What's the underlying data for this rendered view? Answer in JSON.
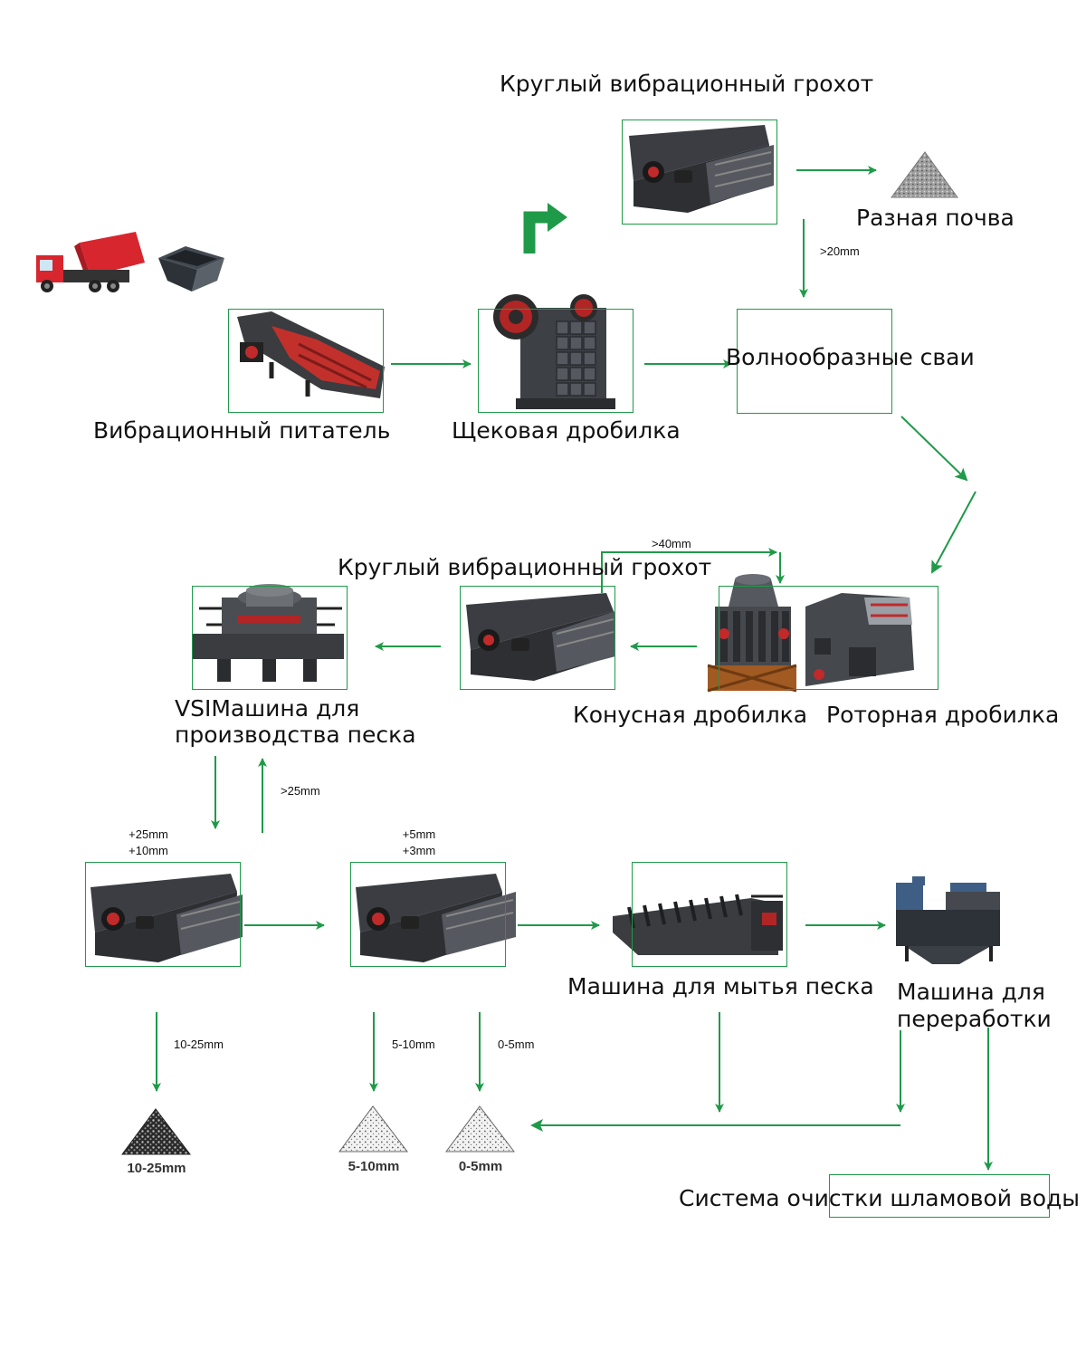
{
  "labels": {
    "screen_top": "Круглый вибрационный грохот",
    "soil": "Разная почва",
    "feeder": "Вибрационный питатель",
    "jaw": "Щековая дробилка",
    "wave_piles": "Волнообразные сваи",
    "screen_mid": "Круглый вибрационный грохот",
    "vsi": "VSIМашина для\nпроизводства песка",
    "cone": "Конусная дробилка",
    "rotor": "Роторная дробилка",
    "washer": "Машина для мытья песка",
    "recycler": "Машина для\nпереработки",
    "water_system": "Система очистки шламовой воды"
  },
  "sizes": {
    "gt20": ">20mm",
    "gt40": ">40mm",
    "gt25": ">25mm",
    "screen1_top": "+25mm",
    "screen1_bottom": "+10mm",
    "screen2_top": "+5mm",
    "screen2_bottom": "+3mm",
    "out1": "10-25mm",
    "out2": "5-10mm",
    "out3": "0-5mm"
  },
  "piles": {
    "p1": "10-25mm",
    "p2": "5-10mm",
    "p3": "0-5mm"
  },
  "colors": {
    "arrow": "#1f9a49",
    "machine_dark": "#3b3d42",
    "truck_red": "#d7262e"
  }
}
